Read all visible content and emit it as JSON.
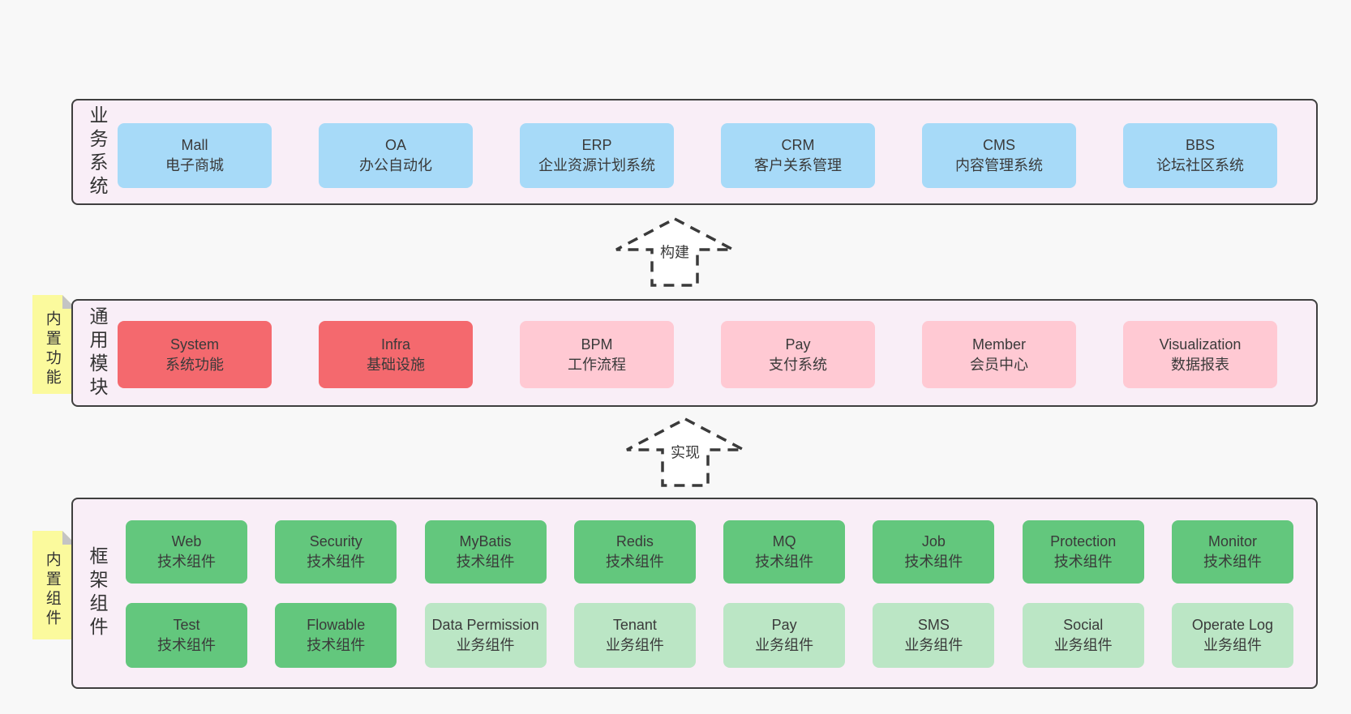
{
  "colors": {
    "page_bg": "#f8f8f8",
    "band_bg": "#f9eef7",
    "band_border": "#3f3f3f",
    "box_blue": "#a7daf8",
    "box_red": "#f4696e",
    "box_pink": "#ffc9d3",
    "box_green": "#63c77d",
    "box_green_light": "#bbe6c5",
    "note_yellow": "#fbfa9d",
    "note_fold_gray": "#c4c4c4",
    "text": "#3a3a3a"
  },
  "band1": {
    "label": "业务系统",
    "boxes": [
      {
        "en": "Mall",
        "zh": "电子商城",
        "variant": "blue"
      },
      {
        "en": "OA",
        "zh": "办公自动化",
        "variant": "blue"
      },
      {
        "en": "ERP",
        "zh": "企业资源计划系统",
        "variant": "blue"
      },
      {
        "en": "CRM",
        "zh": "客户关系管理",
        "variant": "blue"
      },
      {
        "en": "CMS",
        "zh": "内容管理系统",
        "variant": "blue"
      },
      {
        "en": "BBS",
        "zh": "论坛社区系统",
        "variant": "blue"
      }
    ]
  },
  "arrow1": {
    "label": "构建"
  },
  "band2": {
    "label": "通用模块",
    "note": "内置功能",
    "boxes": [
      {
        "en": "System",
        "zh": "系统功能",
        "variant": "red"
      },
      {
        "en": "Infra",
        "zh": "基础设施",
        "variant": "red"
      },
      {
        "en": "BPM",
        "zh": "工作流程",
        "variant": "pink"
      },
      {
        "en": "Pay",
        "zh": "支付系统",
        "variant": "pink"
      },
      {
        "en": "Member",
        "zh": "会员中心",
        "variant": "pink"
      },
      {
        "en": "Visualization",
        "zh": "数据报表",
        "variant": "pink"
      }
    ]
  },
  "arrow2": {
    "label": "实现"
  },
  "band3": {
    "label": "框架组件",
    "note": "内置组件",
    "row1": [
      {
        "en": "Web",
        "zh": "技术组件",
        "variant": "green"
      },
      {
        "en": "Security",
        "zh": "技术组件",
        "variant": "green"
      },
      {
        "en": "MyBatis",
        "zh": "技术组件",
        "variant": "green"
      },
      {
        "en": "Redis",
        "zh": "技术组件",
        "variant": "green"
      },
      {
        "en": "MQ",
        "zh": "技术组件",
        "variant": "green"
      },
      {
        "en": "Job",
        "zh": "技术组件",
        "variant": "green"
      },
      {
        "en": "Protection",
        "zh": "技术组件",
        "variant": "green"
      },
      {
        "en": "Monitor",
        "zh": "技术组件",
        "variant": "green"
      }
    ],
    "row2": [
      {
        "en": "Test",
        "zh": "技术组件",
        "variant": "green"
      },
      {
        "en": "Flowable",
        "zh": "技术组件",
        "variant": "green"
      },
      {
        "en": "Data Permission",
        "zh": "业务组件",
        "variant": "green-light"
      },
      {
        "en": "Tenant",
        "zh": "业务组件",
        "variant": "green-light"
      },
      {
        "en": "Pay",
        "zh": "业务组件",
        "variant": "green-light"
      },
      {
        "en": "SMS",
        "zh": "业务组件",
        "variant": "green-light"
      },
      {
        "en": "Social",
        "zh": "业务组件",
        "variant": "green-light"
      },
      {
        "en": "Operate Log",
        "zh": "业务组件",
        "variant": "green-light"
      }
    ]
  }
}
